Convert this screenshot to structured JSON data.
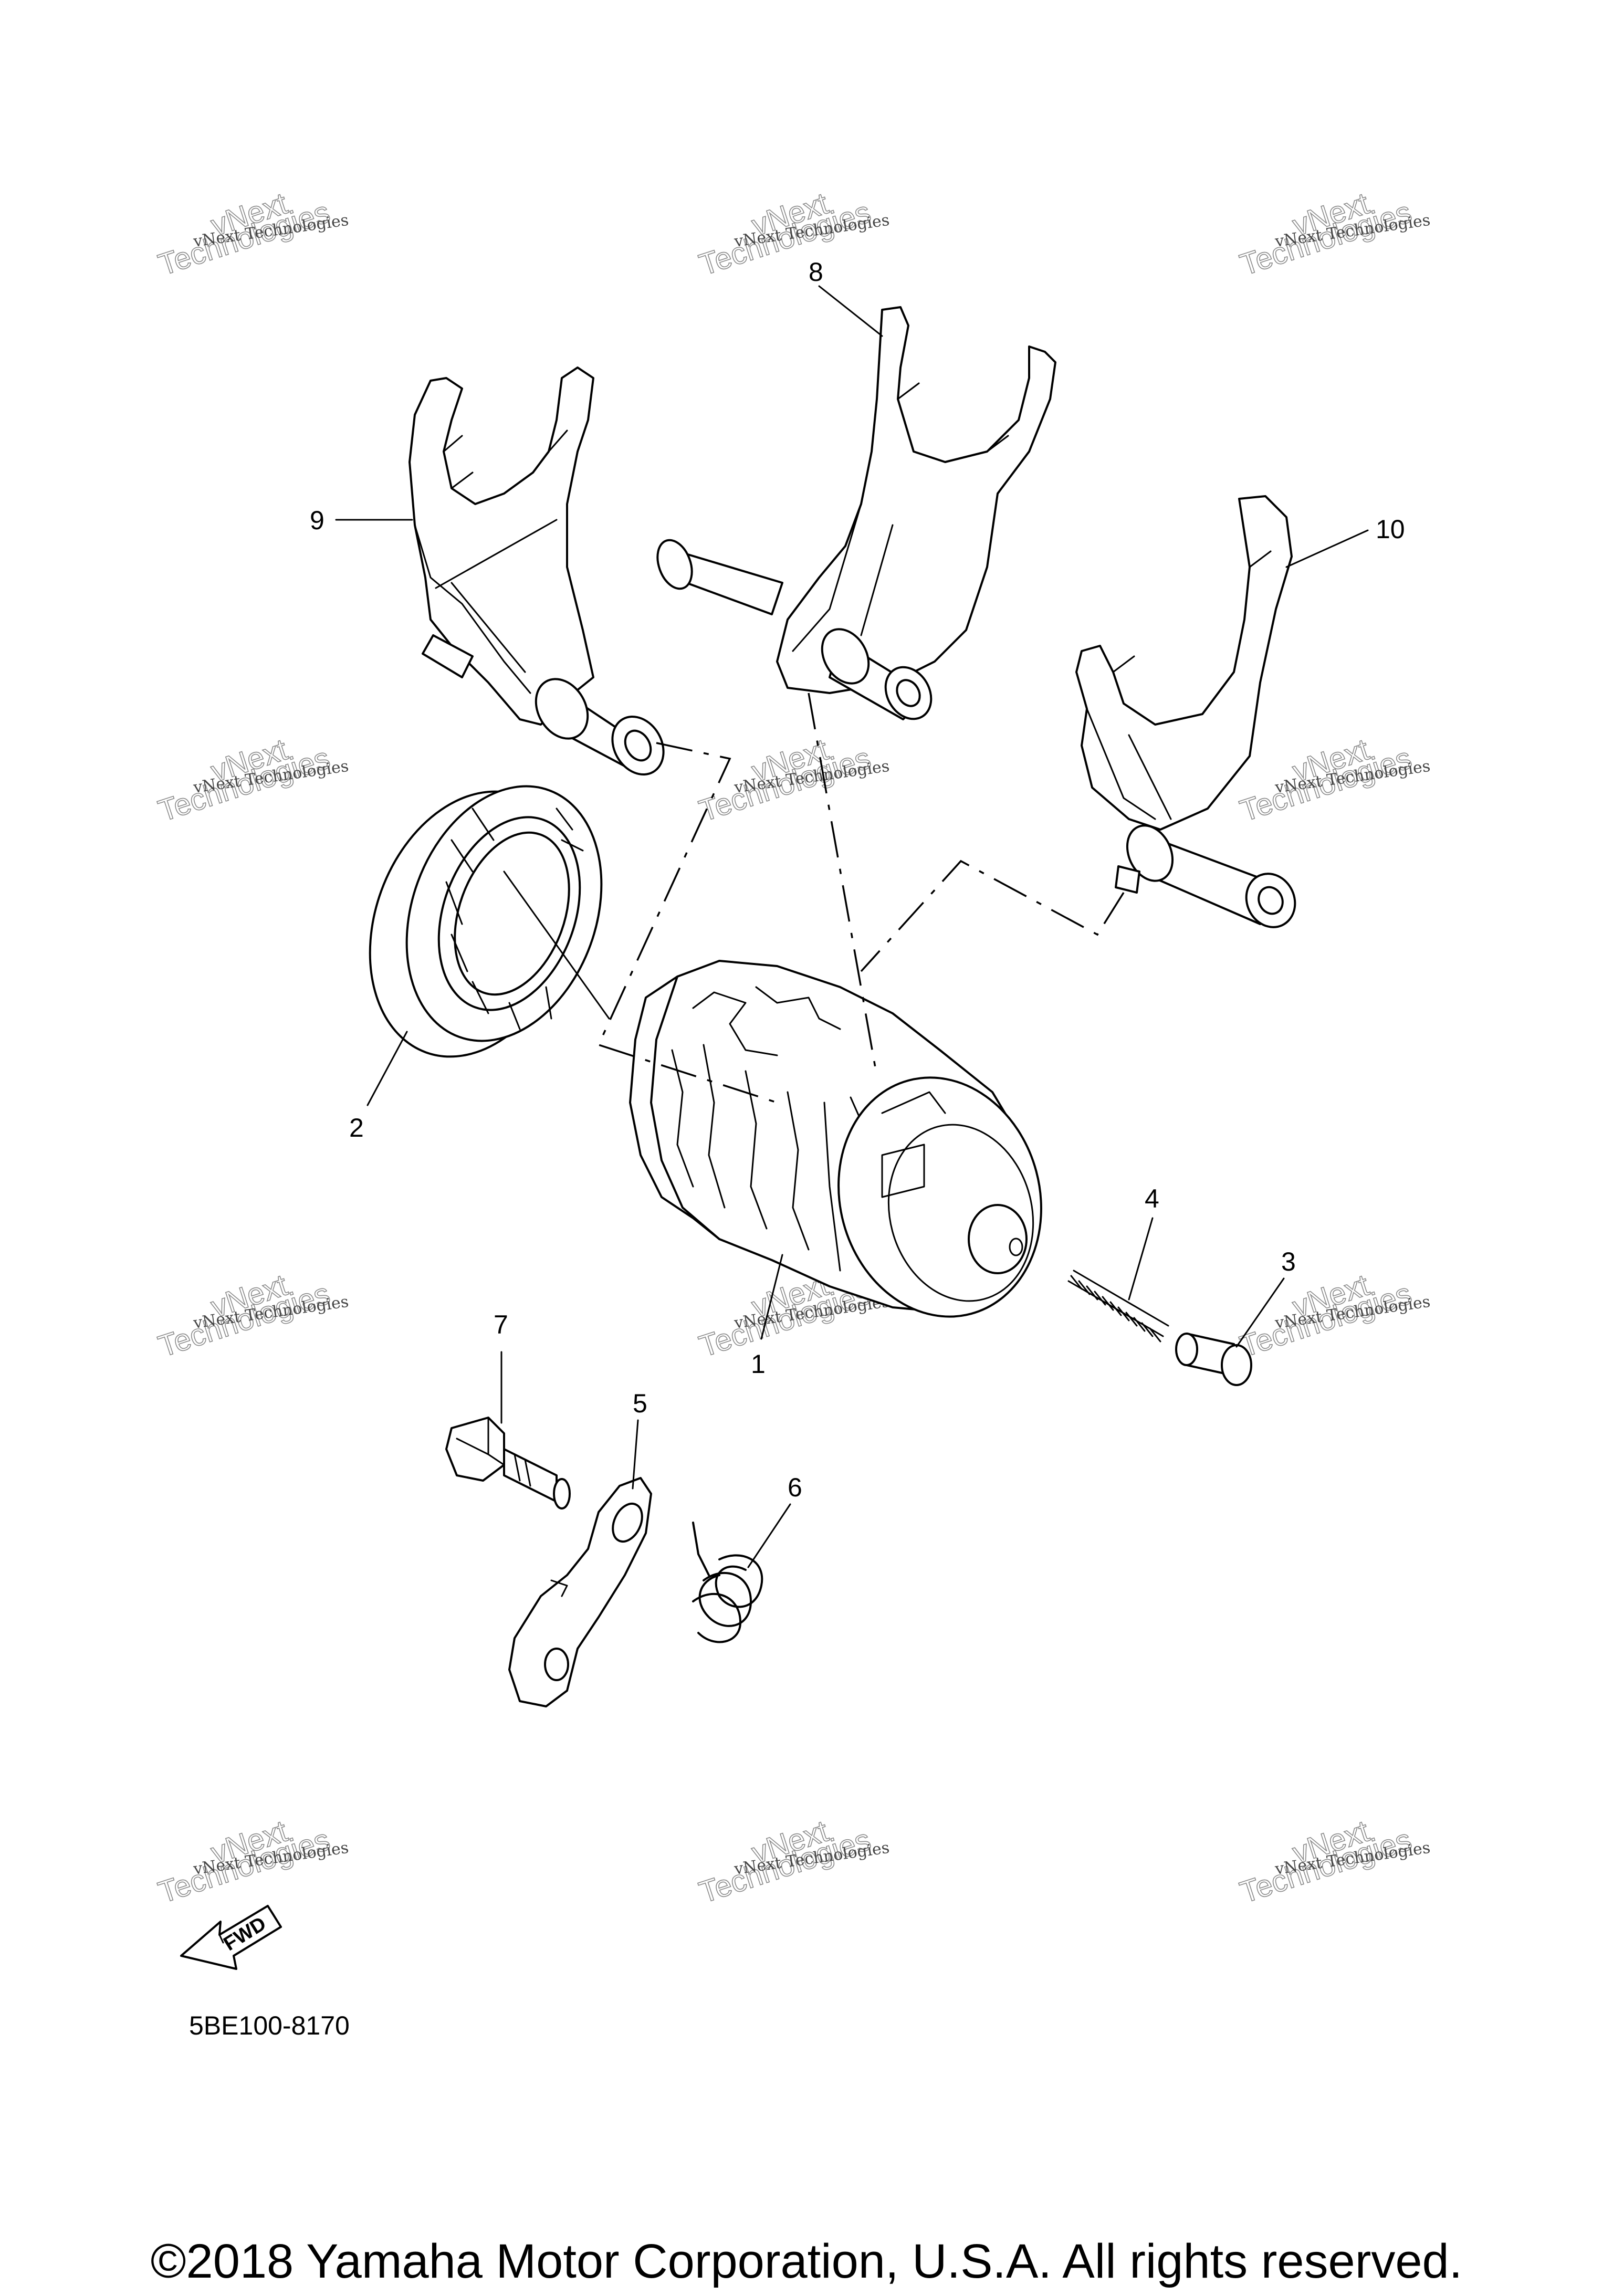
{
  "callouts": [
    "1",
    "2",
    "3",
    "4",
    "5",
    "6",
    "7",
    "8",
    "9",
    "10"
  ],
  "watermark": {
    "line1": "vNext Technologies",
    "line2": "vNext",
    "line3": "Technologies"
  },
  "fwd_label": "FWD",
  "part_code": "5BE100-8170",
  "copyright": "©2018 Yamaha Motor Corporation, U.S.A. All rights reserved."
}
